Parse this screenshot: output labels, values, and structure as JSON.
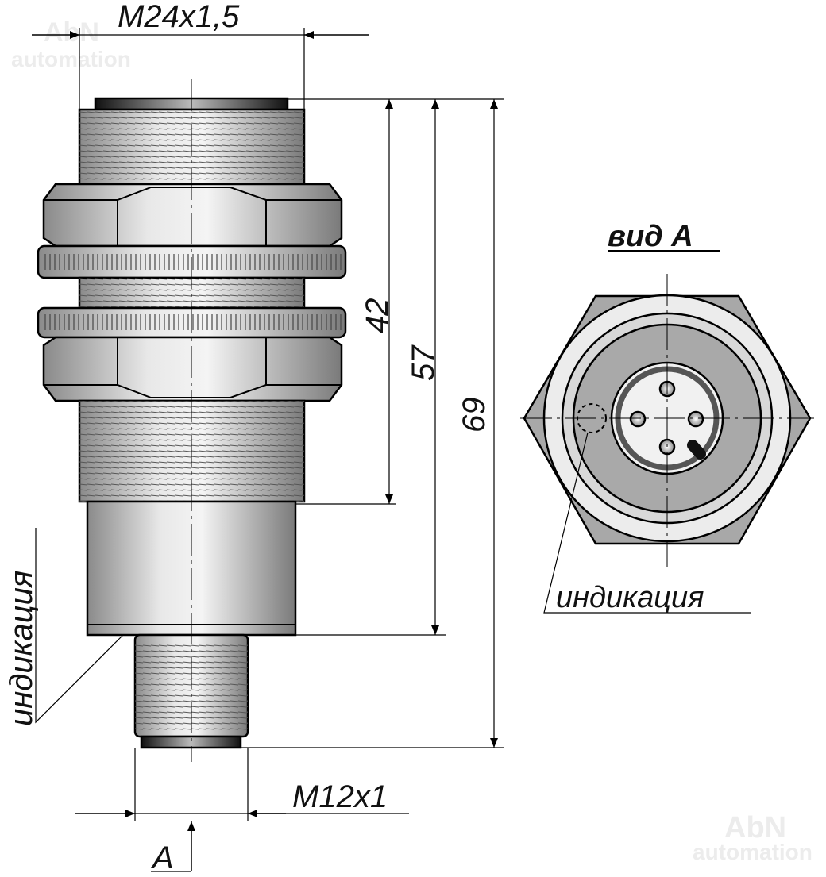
{
  "watermark": {
    "brand": "AbN",
    "sub": "automation"
  },
  "dimensions": {
    "top_thread": "M24x1,5",
    "thread_length": "42",
    "body_length": "57",
    "total_length": "69",
    "connector_thread": "M12x1"
  },
  "view_marker": "A",
  "view_title": "вид А",
  "indication_label_side": "индикация",
  "indication_label_view": "индикация"
}
